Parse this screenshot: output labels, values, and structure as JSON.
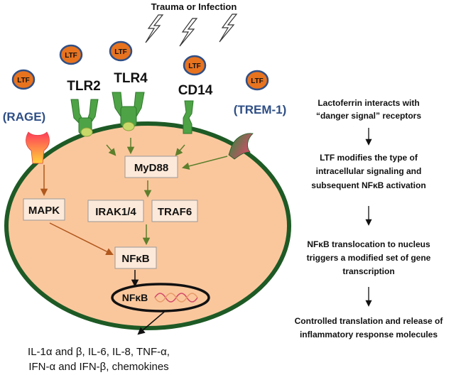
{
  "trigger": "Trauma or Infection",
  "ltf_badge": "LTF",
  "receptors": {
    "tlr2": "TLR2",
    "tlr4": "TLR4",
    "cd14": "CD14",
    "rage": "(RAGE)",
    "trem1": "(TREM-1)"
  },
  "nodes": {
    "myd88": "MyD88",
    "irak": "IRAK1/4",
    "traf6": "TRAF6",
    "mapk": "MAPK",
    "nfkb": "NFκB",
    "nfkb_nucleus": "NFκB"
  },
  "outputs": {
    "line1": "IL-1α and β, IL-6, IL-8, TNF-α,",
    "line2": "IFN-α and IFN-β, chemokines"
  },
  "steps": [
    [
      "Lactoferrin interacts with",
      "“danger signal” receptors"
    ],
    [
      "LTF modifies the type of",
      "intracellular signaling  and",
      "subsequent  NFκB activation"
    ],
    [
      "NFκB translocation  to nucleus",
      "triggers a modified set of gene",
      "transcription"
    ],
    [
      "Controlled translation and release of",
      "inflammatory response molecules"
    ]
  ],
  "colors": {
    "cell_fill": "#fac79d",
    "cell_border": "#1e5a25",
    "receptor_green": "#4ea346",
    "ltf_fill": "#e8731f",
    "ltf_border": "#2f4f86",
    "label_blue": "#2e4e85",
    "arrow_green": "#5d7f2c",
    "arrow_brown": "#b0581d"
  }
}
